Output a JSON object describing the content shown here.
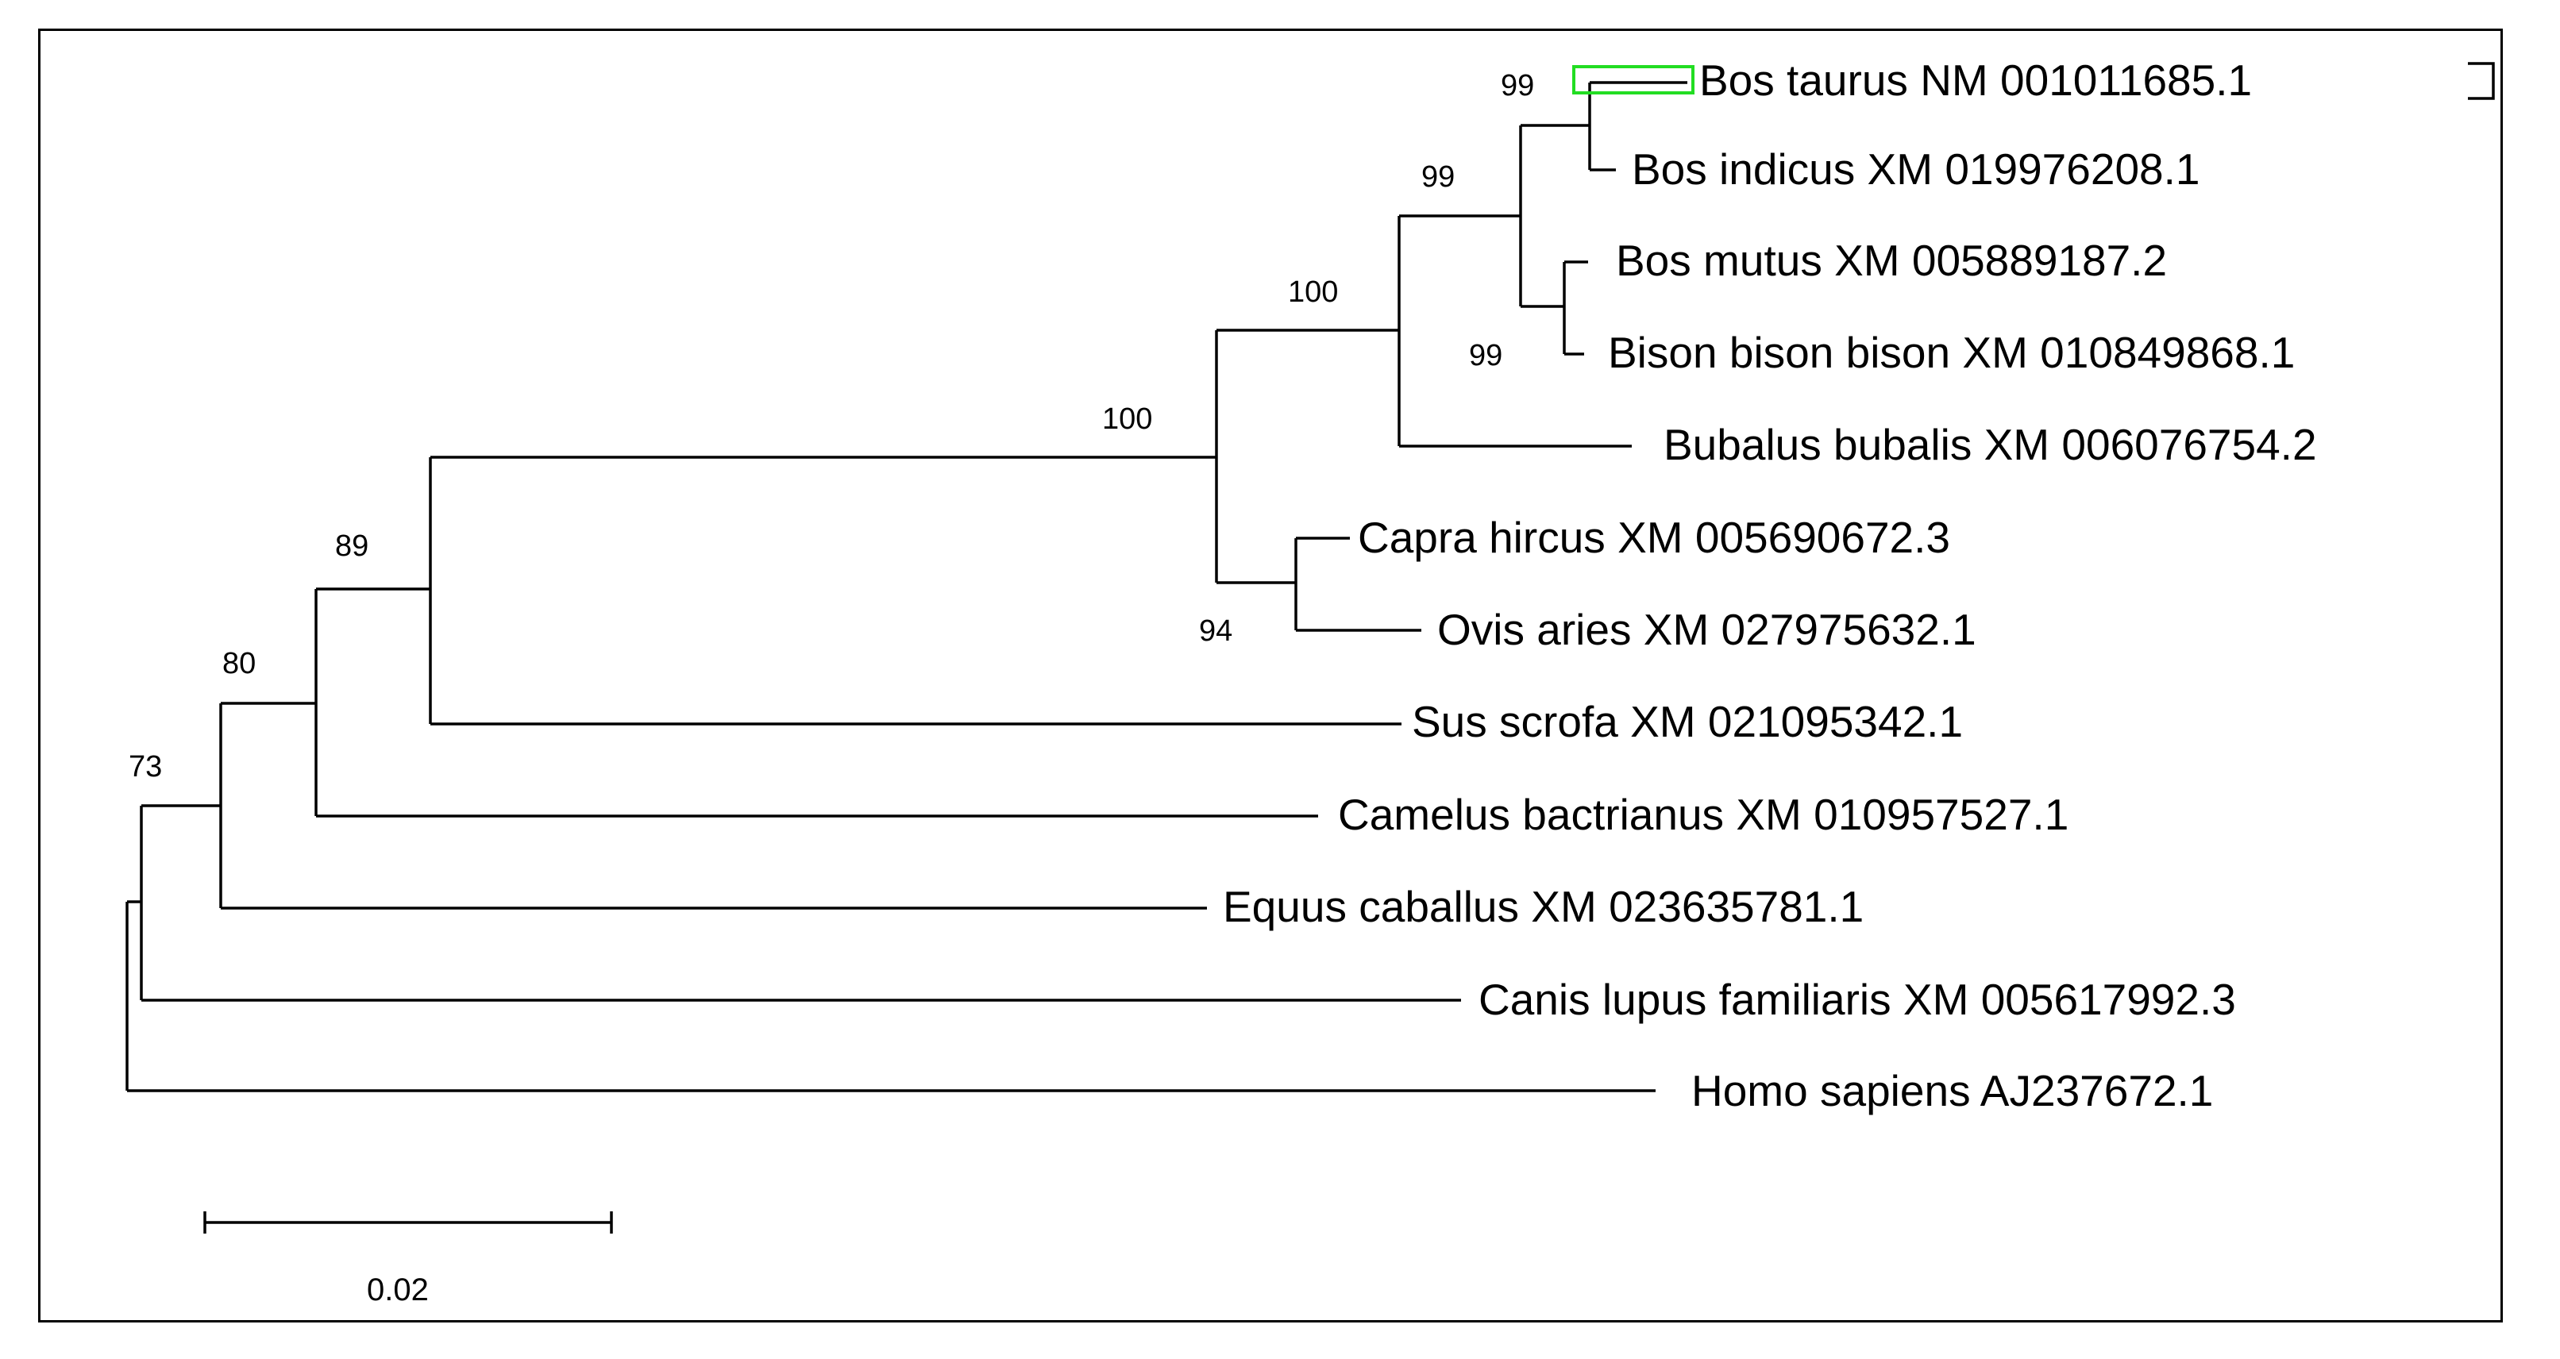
{
  "tree": {
    "taxa": [
      {
        "id": "bos_taurus",
        "label": "Bos taurus NM 001011685.1"
      },
      {
        "id": "bos_indicus",
        "label": "Bos indicus XM 019976208.1"
      },
      {
        "id": "bos_mutus",
        "label": "Bos mutus XM 005889187.2"
      },
      {
        "id": "bison_bison",
        "label": "Bison bison bison XM 010849868.1"
      },
      {
        "id": "bubalus_bubalis",
        "label": "Bubalus bubalis XM 006076754.2"
      },
      {
        "id": "capra_hircus",
        "label": "Capra hircus XM 005690672.3"
      },
      {
        "id": "ovis_aries",
        "label": "Ovis aries XM 027975632.1"
      },
      {
        "id": "sus_scrofa",
        "label": "Sus scrofa XM 021095342.1"
      },
      {
        "id": "camelus_bactrianus",
        "label": "Camelus bactrianus XM 010957527.1"
      },
      {
        "id": "equus_caballus",
        "label": "Equus caballus XM 023635781.1"
      },
      {
        "id": "canis_lupus",
        "label": "Canis lupus familiaris XM 005617992.3"
      },
      {
        "id": "homo_sapiens",
        "label": "Homo sapiens AJ237672.1"
      }
    ],
    "bootstrap": {
      "bos_taurus_indicus": "99",
      "bos_group": "99",
      "bos_mutus_bison": "99",
      "bovini": "100",
      "bovidae": "100",
      "caprini": "94",
      "artiodactyla_sus": "89",
      "cetartiodactyla": "80",
      "laurasiatheria": "73"
    },
    "scale_bar": {
      "label": "0.02",
      "value": 0.02
    },
    "highlight": {
      "target": "bos_taurus",
      "color": "#22dd22"
    }
  }
}
